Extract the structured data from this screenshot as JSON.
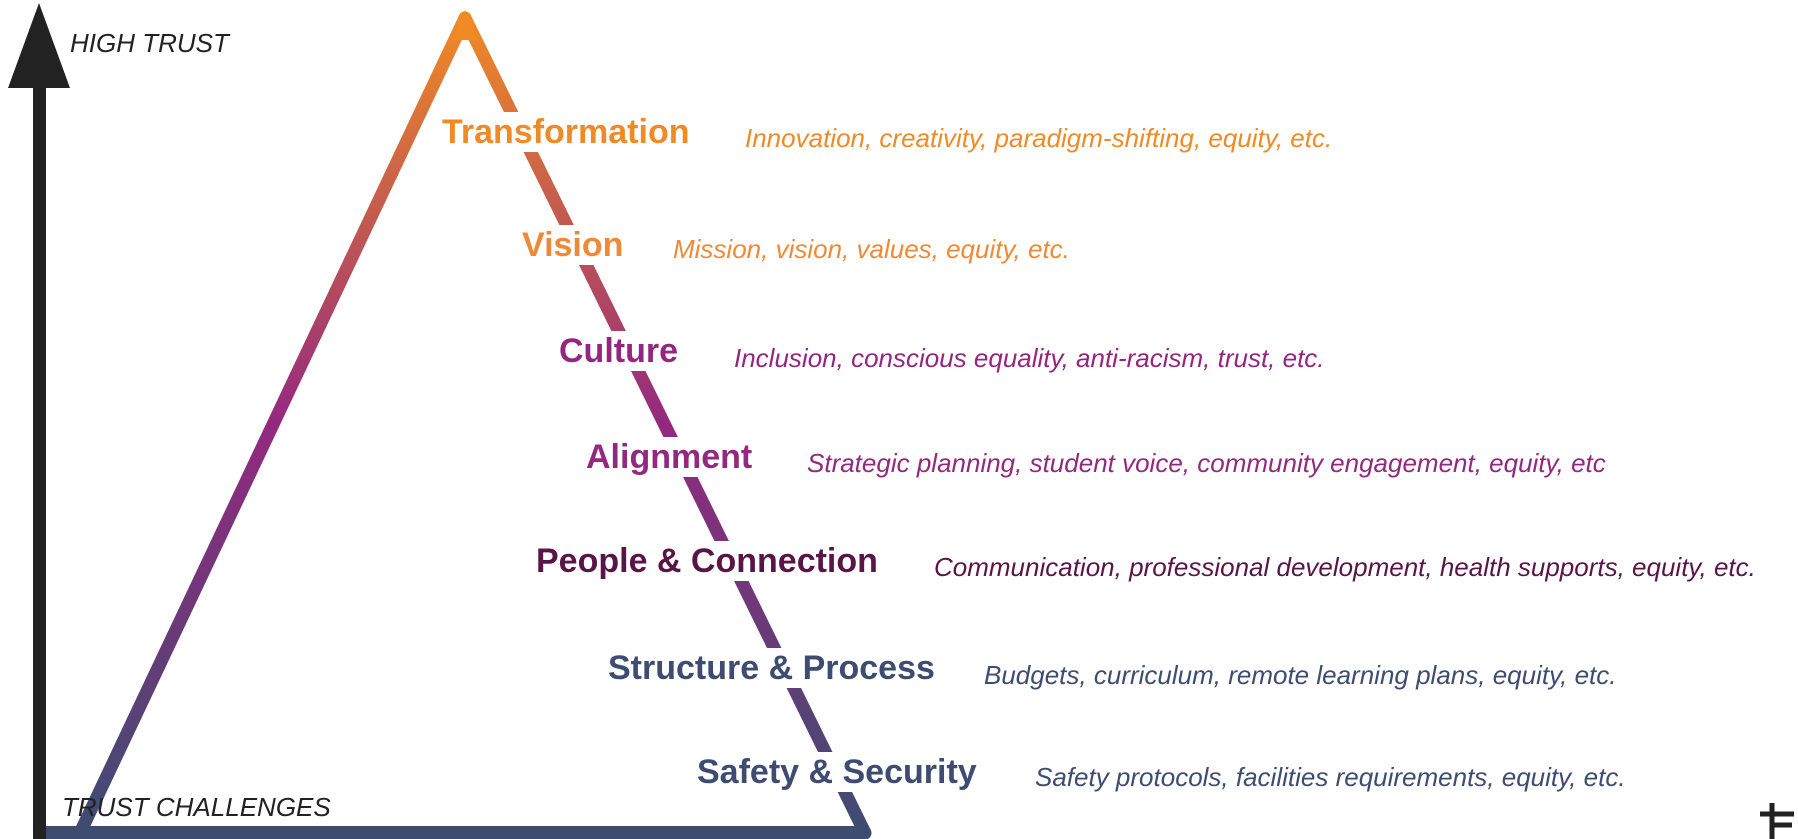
{
  "axis": {
    "top_label": "HIGH TRUST",
    "bottom_label": "TRUST CHALLENGES"
  },
  "gradient": {
    "top": "#F08A24",
    "middle": "#93297F",
    "bottom": "#3F4C72"
  },
  "levels": [
    {
      "label": "Transformation",
      "description": "Innovation, creativity, paradigm-shifting, equity, etc.",
      "color": "#F08A24"
    },
    {
      "label": "Vision",
      "description": "Mission, vision, values, equity, etc.",
      "color": "#EE8A36"
    },
    {
      "label": "Culture",
      "description": "Inclusion, conscious equality, anti-racism, trust, etc.",
      "color": "#95267F"
    },
    {
      "label": "Alignment",
      "description": "Strategic planning, student voice, community engagement, equity, etc",
      "color": "#93297F"
    },
    {
      "label": "People & Connection",
      "description": "Communication, professional development, health supports, equity, etc.",
      "color": "#5A1547"
    },
    {
      "label": "Structure & Process",
      "description": "Budgets, curriculum, remote learning plans, equity, etc.",
      "color": "#3F4C72"
    },
    {
      "label": "Safety & Security",
      "description": "Safety protocols, facilities requirements, equity, etc.",
      "color": "#3F4C72"
    }
  ]
}
